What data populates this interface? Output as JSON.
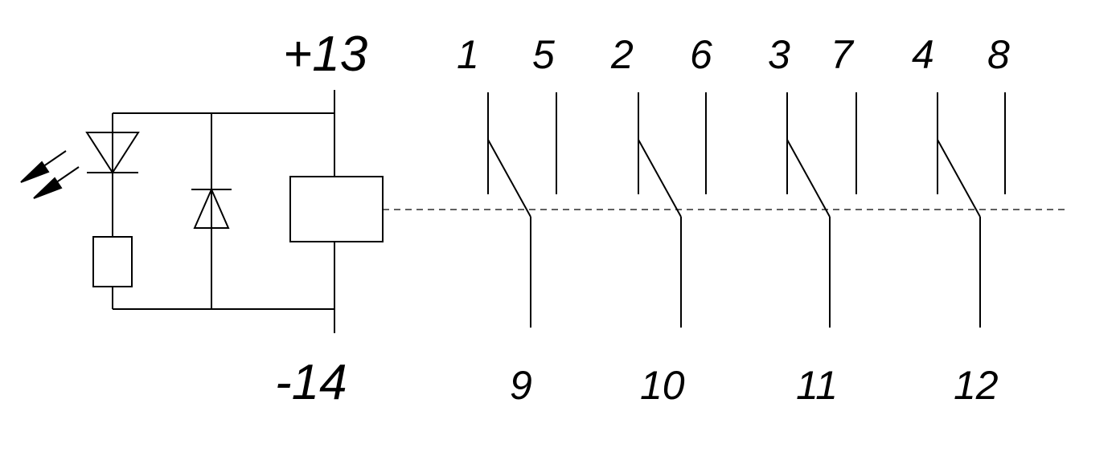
{
  "terminals": {
    "plus": "+13",
    "minus": "-14"
  },
  "contacts": [
    {
      "common": "1",
      "no": "5",
      "nc": "9"
    },
    {
      "common": "2",
      "no": "6",
      "nc": "10"
    },
    {
      "common": "3",
      "no": "7",
      "nc": "11"
    },
    {
      "common": "4",
      "no": "8",
      "nc": "12"
    }
  ],
  "components": {
    "led": "led-indicator-icon",
    "suppression_diode": "freewheel-diode-icon",
    "resistor": "resistor-icon",
    "coil": "relay-coil-icon"
  }
}
